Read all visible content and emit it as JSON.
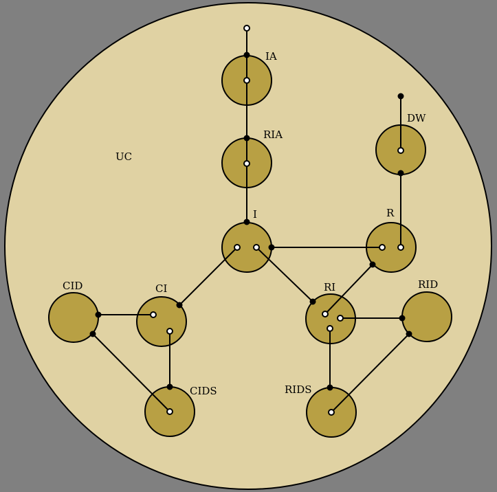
{
  "colors": {
    "background": "#808080",
    "universe": "#E0D2A3",
    "node_fill": "#B8A044",
    "stroke": "#000000"
  },
  "universe_label": "UC",
  "nodes": {
    "IA": "IA",
    "RIA": "RIA",
    "DW": "DW",
    "I": "I",
    "R": "R",
    "CID": "CID",
    "CI": "CI",
    "RI": "RI",
    "RID": "RID",
    "CIDS": "CIDS",
    "RIDS": "RIDS"
  }
}
